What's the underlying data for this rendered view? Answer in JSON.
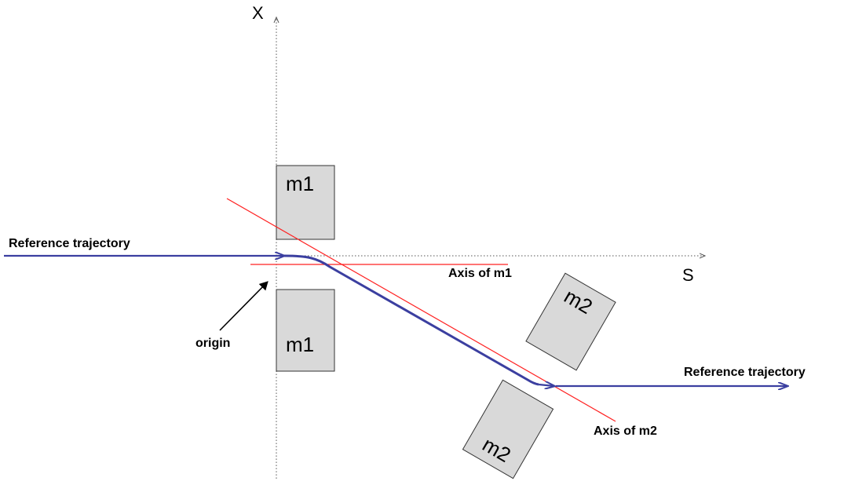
{
  "diagram": {
    "axis_x_label": "X",
    "axis_s_label": "S",
    "incoming_trajectory_label": "Reference trajectory",
    "outgoing_trajectory_label": "Reference trajectory",
    "origin_label": "origin",
    "axis_m1_label": "Axis of m1",
    "axis_m2_label": "Axis of m2",
    "magnet_m1_upper_label": "m1",
    "magnet_m1_lower_label": "m1",
    "magnet_m2_upper_label": "m2",
    "magnet_m2_lower_label": "m2"
  },
  "colors": {
    "trajectory": "#3b3fa0",
    "magnet_axis": "#ff2020",
    "magnet_fill": "#d9d9d9",
    "coordinate_axis": "#555555"
  }
}
